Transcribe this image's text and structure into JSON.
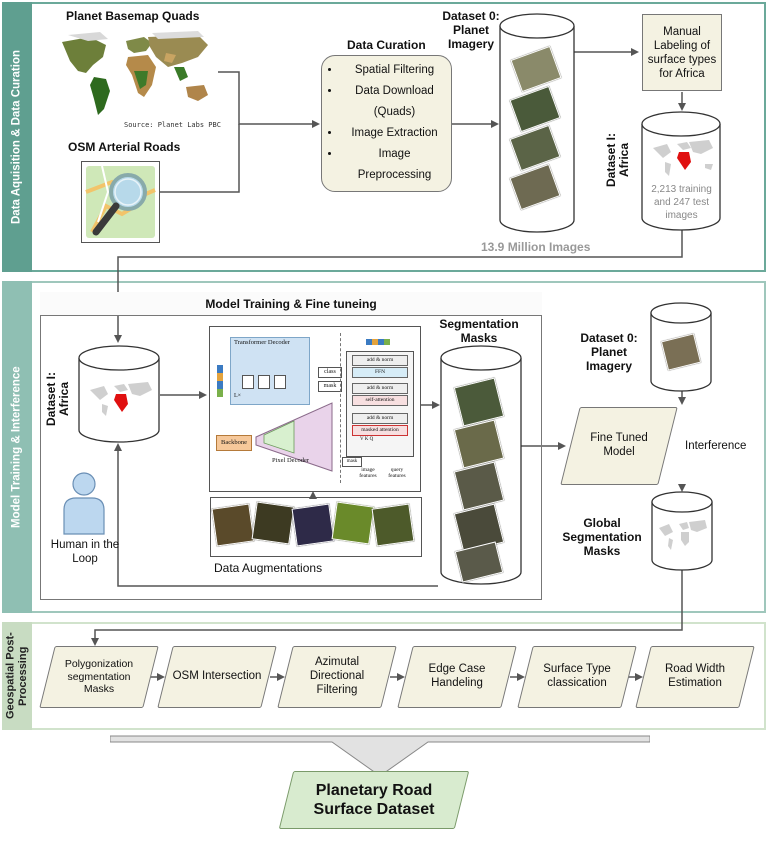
{
  "sections": {
    "acquisition": "Data Aquisition & Data Curation",
    "training": "Model Training & Interference",
    "postprocessing": "Geospatial Post-Processing"
  },
  "acquisition": {
    "basemap_title": "Planet Basemap Quads",
    "basemap_source": "Source: Planet Labs PBC",
    "osm_title": "OSM Arterial Roads",
    "curation_title": "Data Curation",
    "curation_items": [
      "Spatial Filtering",
      "Data Download (Quads)",
      "Image Extraction",
      "Image Preprocessing"
    ],
    "dataset0_label": "Dataset 0: Planet Imagery",
    "dataset0_count": "13.9 Million Images",
    "manual_labeling": "Manual Labeling of surface types for Africa",
    "dataset1_label": "Dataset I: Africa",
    "dataset1_stats": "2,213 training and 247 test images"
  },
  "training": {
    "panel_title": "Model Training & Fine tuneing",
    "dataset1_label": "Dataset I: Africa",
    "human_loop": "Human in the Loop",
    "arch": {
      "transformer_decoder": "Transformer Decoder",
      "lx": "L×",
      "backbone": "Backbone",
      "pixel_decoder": "Pixel Decoder",
      "class": "class",
      "mask": "mask",
      "add_norm": "add & norm",
      "ffn": "FFN",
      "self_attention": "self-attention",
      "masked_attention": "masked attention",
      "image_features": "image features",
      "query_features": "query features",
      "mask_small": "mask",
      "kqv": "V K Q"
    },
    "augmentations": "Data Augmentations",
    "seg_masks": "Segmentation Masks",
    "dataset0_label": "Dataset 0: Planet Imagery",
    "fine_tuned": "Fine Tuned Model",
    "interference": "Interference",
    "global_masks": "Global Segmentation Masks"
  },
  "postprocessing": {
    "steps": [
      "Polygonization segmentation Masks",
      "OSM Intersection",
      "Azimutal Directional Filtering",
      "Edge Case Handeling",
      "Surface Type classication",
      "Road Width Estimation"
    ]
  },
  "output": "Planetary Road Surface Dataset",
  "colors": {
    "section_bar_top": "#5f9f90",
    "section_bar_mid": "#8fbfb3",
    "section_bar_bottom": "#c8dcc2",
    "cream": "#f4f2e2",
    "output_green": "#d8ebcf",
    "africa_red": "#e01010"
  }
}
